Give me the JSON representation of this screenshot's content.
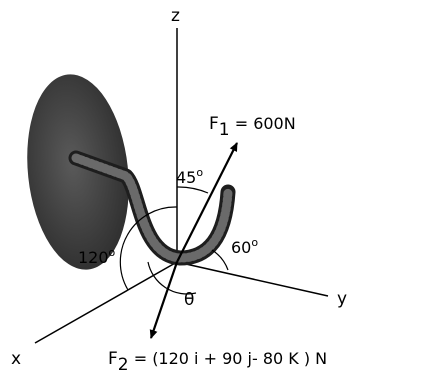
{
  "axes": {
    "x": "x",
    "y": "y",
    "z": "z"
  },
  "forces": {
    "f1": {
      "letter": "F",
      "sub": "1",
      "rest": " = 600N"
    },
    "f2": {
      "letter": "F",
      "sub": "2",
      "rest": " = (120 i + 90 j- 80 K ) N"
    }
  },
  "angles": {
    "a45": {
      "value": "45",
      "deg": "o"
    },
    "a60": {
      "value": "60",
      "deg": "o"
    },
    "a120": {
      "value": "120",
      "deg": "o"
    },
    "theta": "θ"
  },
  "colors": {
    "ink": "#000000",
    "plate": "#3c3c3c",
    "rod": "#4a4a4a"
  }
}
